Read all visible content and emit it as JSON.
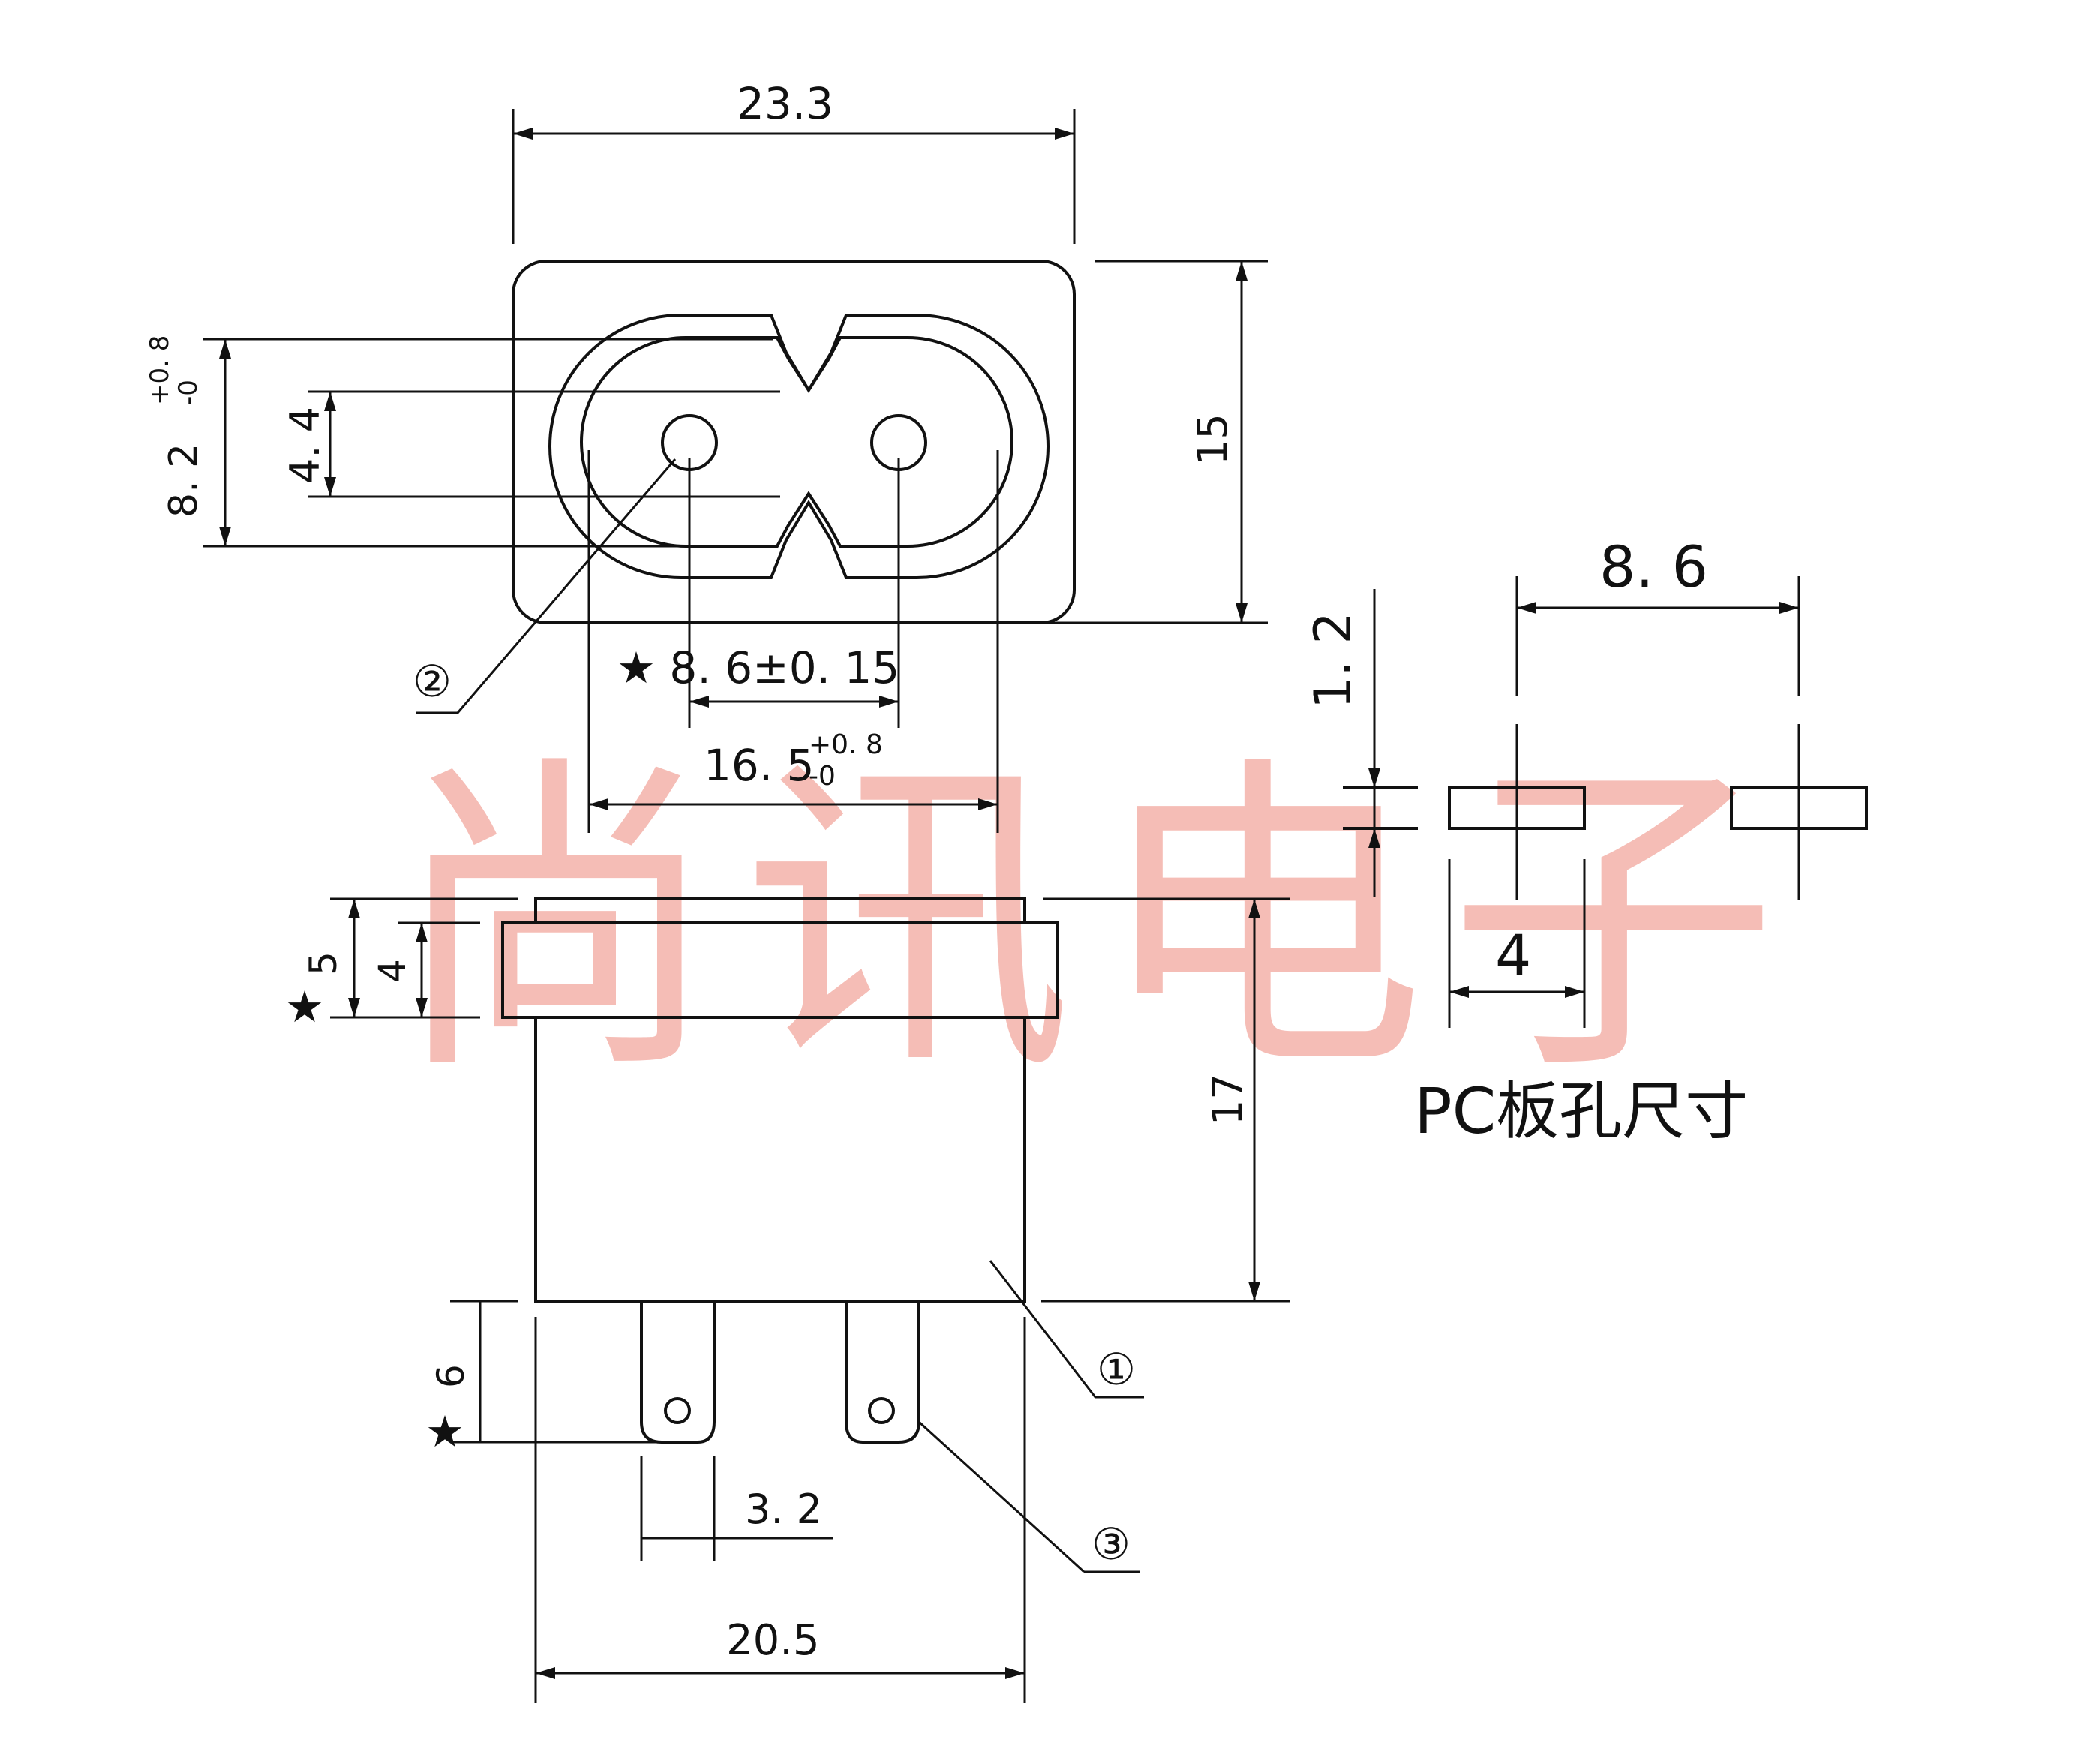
{
  "watermark": "尚讯电子",
  "title_pcb": "PC板孔尺寸",
  "dims": {
    "width_top": "23.3",
    "height_right": "15",
    "outer_height": "8. 2",
    "outer_height_tol_upper": "+0. 8",
    "outer_height_tol_lower": "-0",
    "pin_height": "4. 4",
    "pin_pitch": "★ 8. 6±0. 15",
    "inner_width": "16. 5",
    "inner_width_tol_upper": "+0. 8",
    "inner_width_tol_lower": "-0",
    "flange_total": "5",
    "flange_thick": "4",
    "body_height": "17",
    "pin_length": "6",
    "pin_width": "3. 2",
    "body_width": "20.5",
    "pcb_pitch": "8. 6",
    "pcb_slot_height": "1. 2",
    "pcb_slot_width": "4",
    "star": "★"
  },
  "callouts": {
    "c1": "①",
    "c2": "②",
    "c3": "③"
  }
}
